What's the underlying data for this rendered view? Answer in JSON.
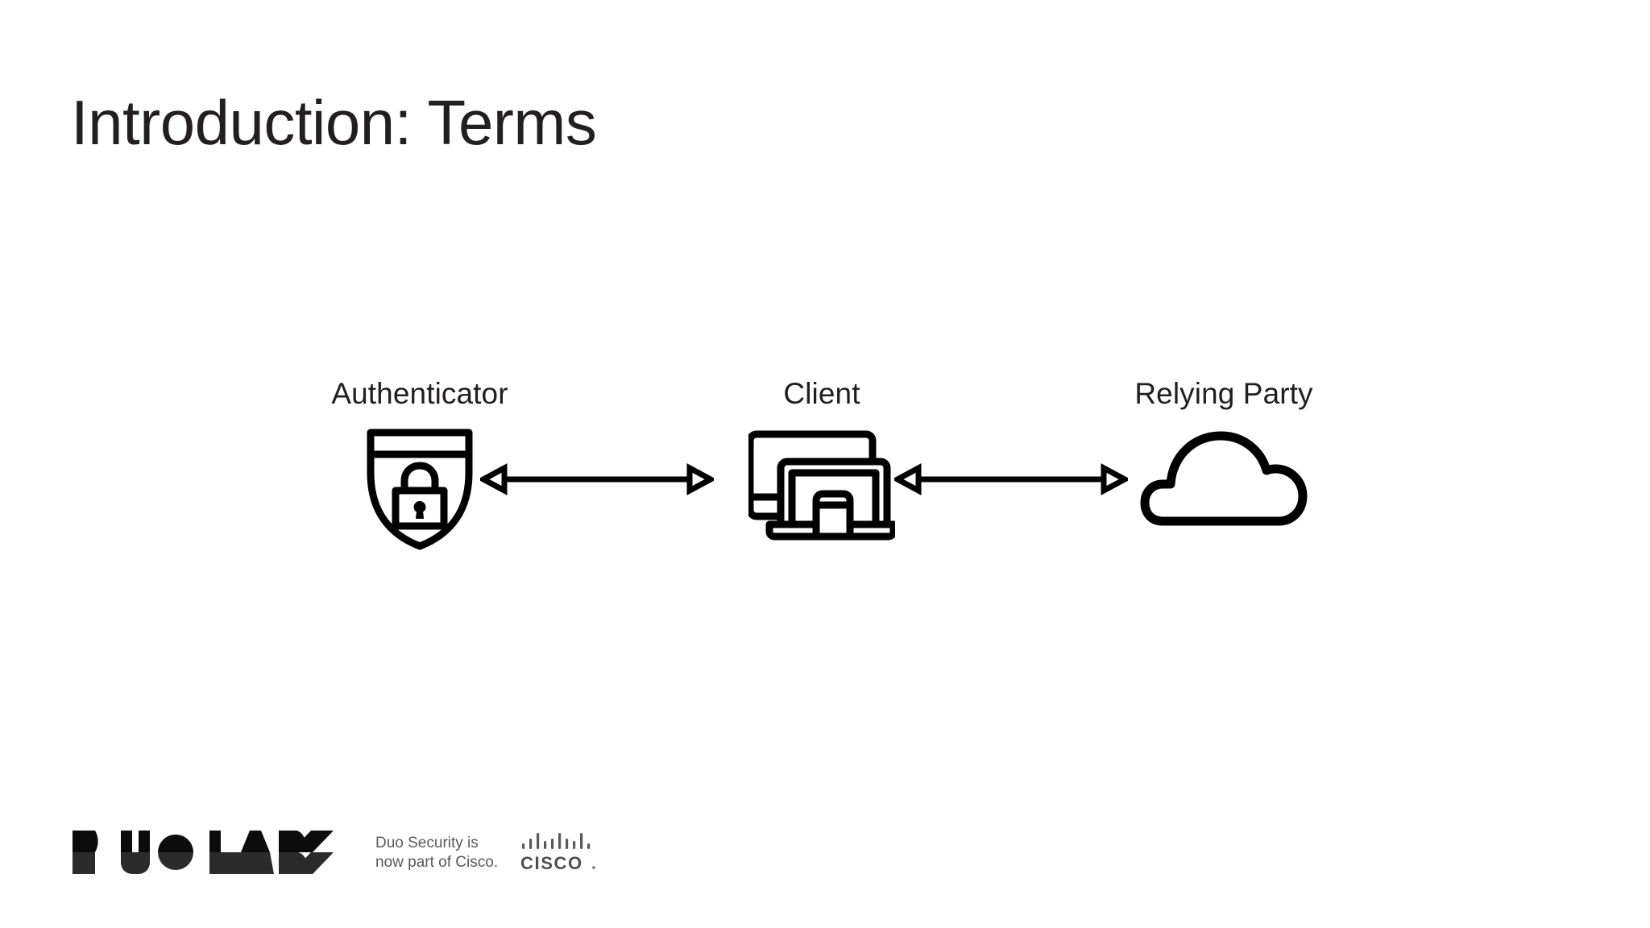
{
  "slide": {
    "title": "Introduction: Terms",
    "background_color": "#ffffff",
    "text_color": "#231f20"
  },
  "diagram": {
    "type": "flow",
    "nodes": [
      {
        "label": "Authenticator",
        "icon": "shield-lock-icon"
      },
      {
        "label": "Client",
        "icon": "devices-icon"
      },
      {
        "label": "Relying Party",
        "icon": "cloud-icon"
      }
    ],
    "connectors": [
      {
        "from": "Authenticator",
        "to": "Client",
        "style": "double-headed-arrow"
      },
      {
        "from": "Client",
        "to": "Relying Party",
        "style": "double-headed-arrow"
      }
    ],
    "stroke_color": "#000000"
  },
  "footer": {
    "logo_text": "DUO LABS",
    "cisco_note": "Duo Security is\nnow part of Cisco.",
    "cisco_wordmark": "CISCO",
    "note_color": "#58595b",
    "logo_color": "#0f0f0f",
    "logo_color_alt": "#2d2d2d"
  }
}
